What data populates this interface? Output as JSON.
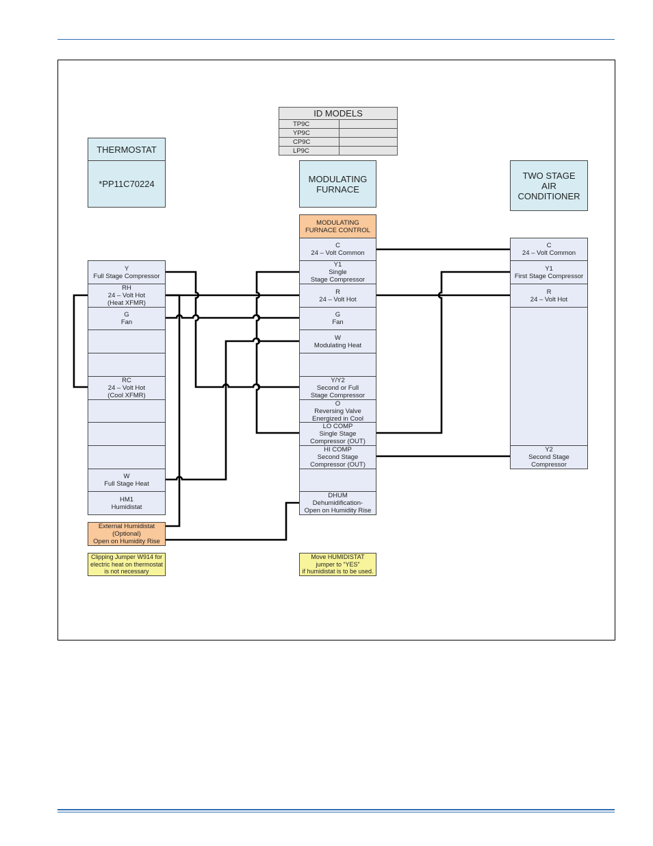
{
  "id_models": {
    "title": "ID MODELS",
    "models": [
      "TP9C",
      "YP9C",
      "CP9C",
      "LP9C"
    ]
  },
  "thermostat": {
    "title": "THERMOSTAT",
    "model": "*PP11C70224",
    "terminals": [
      "Y\nFull Stage Compressor",
      "RH\n24 – Volt Hot\n(Heat XFMR)",
      "G\nFan",
      "",
      "",
      "RC\n24 – Volt Hot\n(Cool XFMR)",
      "",
      "",
      "",
      "W\nFull Stage Heat",
      "HM1\nHumidistat"
    ]
  },
  "furnace": {
    "title": "MODULATING\nFURNACE",
    "control_title": "MODULATING\nFURNACE CONTROL",
    "terminals": [
      "C\n24 – Volt Common",
      "Y1\nSingle\nStage Compressor",
      "R\n24 – Volt Hot",
      "G\nFan",
      "W\nModulating Heat",
      "",
      "Y/Y2\nSecond or Full\nStage Compressor",
      "O\nReversing Valve\nEnergized in Cool",
      "LO COMP\nSingle Stage\nCompressor (OUT)",
      "HI COMP\nSecond Stage\nCompressor (OUT)",
      "",
      "DHUM\nDehumidification-\nOpen on Humidity Rise"
    ]
  },
  "air_conditioner": {
    "title": "TWO STAGE\nAIR\nCONDITIONER",
    "terminals": [
      "C\n24 – Volt Common",
      "Y1\nFirst Stage Compressor",
      "R\n24 – Volt Hot",
      "Y2\nSecond Stage\nCompressor"
    ]
  },
  "external_humidistat": "External Humidistat\n(Optional)\nOpen on Humidity Rise",
  "notes": {
    "jumper_note": "Clipping Jumper W914 for\nelectric heat on thermostat\nis not necessary",
    "humidistat_note": "Move HUMIDISTAT\njumper to “YES”\nif humidistat is to be used."
  },
  "colors": {
    "header_fill": "#d6ecf2",
    "terminal_fill": "#e6ebf7",
    "orange_fill": "#f9c89b",
    "yellow_fill": "#f7f49c",
    "rule_blue": "#2b6cb0"
  }
}
